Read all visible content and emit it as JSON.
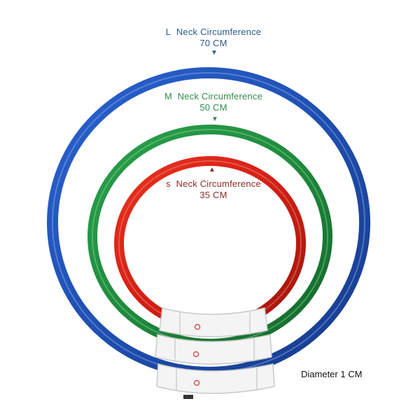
{
  "labels": {
    "large": {
      "size": "L",
      "text": "Neck Circumference",
      "measure": "70 CM",
      "color": "#2f5a86"
    },
    "medium": {
      "size": "M",
      "text": "Neck Circumference",
      "measure": "50 CM",
      "color": "#2f8a4a"
    },
    "small": {
      "size": "s",
      "text": "Neck Circumference",
      "measure": "35 CM",
      "color": "#8a2e2a"
    }
  },
  "diameter": "Diameter 1 CM",
  "colors": {
    "blue_ring": "#1f4fb0",
    "green_ring": "#1f8a3c",
    "red_ring": "#d21f14",
    "clasp": "#f4f4f4"
  },
  "icons": {
    "arrow_down": "▼",
    "arrow_up": "▲",
    "power": "power-icon"
  }
}
